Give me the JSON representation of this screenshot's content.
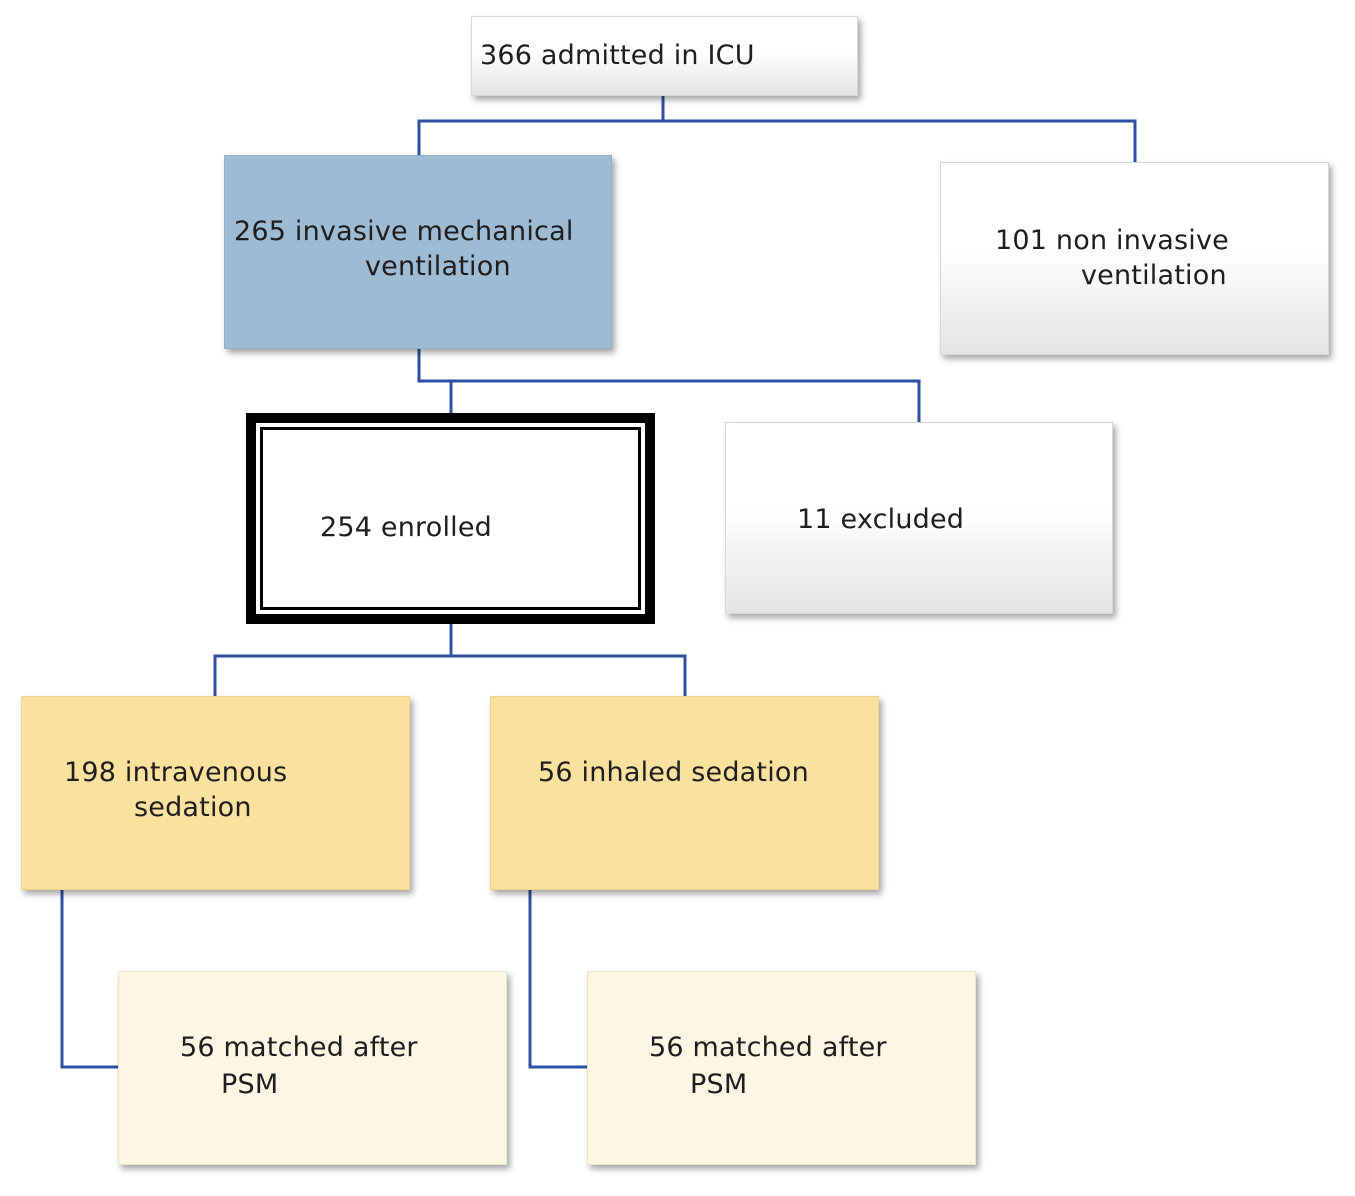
{
  "nodes": {
    "admitted": {
      "text": "366 admitted in ICU"
    },
    "invasive": {
      "line1": "265 invasive mechanical",
      "line2": "ventilation"
    },
    "noninvasive": {
      "line1": "101 non invasive",
      "line2": "ventilation"
    },
    "enrolled": {
      "text": "254 enrolled"
    },
    "excluded": {
      "text": "11 excluded"
    },
    "intravenous": {
      "line1": "198 intravenous",
      "line2": "sedation"
    },
    "inhaled": {
      "text": "56 inhaled sedation"
    },
    "matched_iv": {
      "line1": "56 matched after",
      "line2": "PSM"
    },
    "matched_inh": {
      "line1": "56 matched after",
      "line2": "PSM"
    }
  },
  "colors": {
    "connector": "#2f4fa0",
    "blue_box": "#9dbbd3",
    "yellow_box": "#fbe19e",
    "cream_box": "#fcf6e2",
    "white_box": "#ffffff",
    "enrolled_border": "#000000"
  }
}
